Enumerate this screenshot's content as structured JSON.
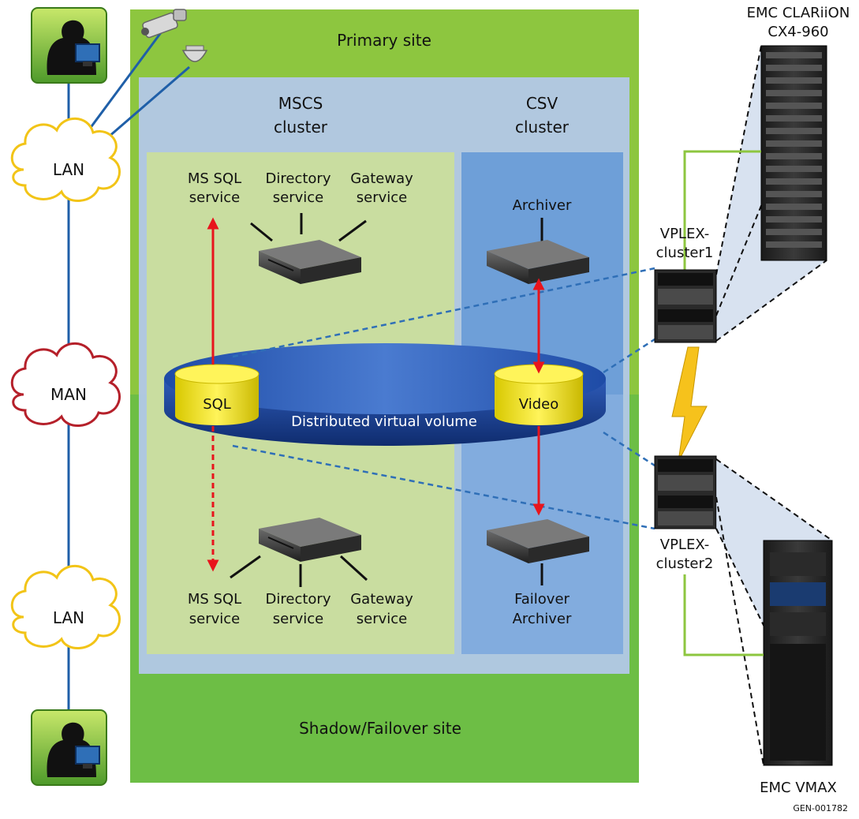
{
  "primary_site_label": "Primary site",
  "shadow_site_label": "Shadow/Failover site",
  "mscs": {
    "line1": "MSCS",
    "line2": "cluster"
  },
  "csv": {
    "line1": "CSV",
    "line2": "cluster"
  },
  "clouds": {
    "lan_top": "LAN",
    "man": "MAN",
    "lan_bottom": "LAN"
  },
  "services_top": {
    "ms_sql": [
      "MS SQL",
      "service"
    ],
    "directory": [
      "Directory",
      "service"
    ],
    "gateway": [
      "Gateway",
      "service"
    ]
  },
  "services_bottom": {
    "ms_sql": [
      "MS SQL",
      "service"
    ],
    "directory": [
      "Directory",
      "service"
    ],
    "gateway": [
      "Gateway",
      "service"
    ]
  },
  "archiver": "Archiver",
  "failover_archiver": [
    "Failover",
    "Archiver"
  ],
  "volume": {
    "label": "Distributed virtual volume",
    "sql": "SQL",
    "video": "Video"
  },
  "vplex1": [
    "VPLEX-",
    "cluster1"
  ],
  "vplex2": [
    "VPLEX-",
    "cluster2"
  ],
  "clariion": [
    "EMC CLARiiON",
    "CX4-960"
  ],
  "vmax": "EMC VMAX",
  "figure_id": "GEN-001782",
  "colors": {
    "primary_green": "#8DC63F",
    "shadow_green": "#6DBE45",
    "mscs_blue": "#B3C8E8",
    "mscs_panel": "#C9DDA0",
    "csv_panel": "#6E9FD8",
    "volume_blue": "#1B3F8F",
    "cylinder_yellow": "#F2E600",
    "arrow_red": "#E8141C",
    "lan_cloud": "#F2C417",
    "man_cloud": "#B5202A",
    "lan_line": "#1F5FA8",
    "dashed_link": "#2F6FB7",
    "lightning": "#F6C21C"
  }
}
